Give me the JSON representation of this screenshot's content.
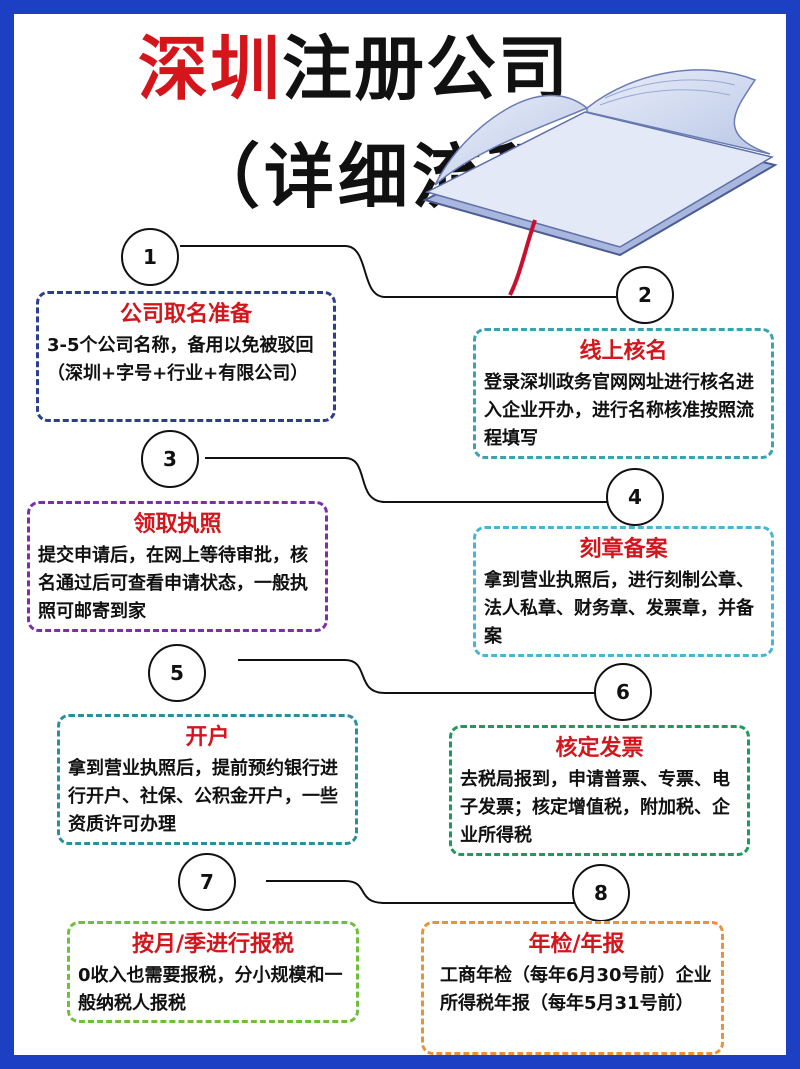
{
  "title": {
    "highlight": "深圳",
    "rest": "注册公司",
    "sub": "（详细流程）"
  },
  "steps": [
    {
      "num": "1",
      "title": "公司取名准备",
      "text": "3-5个公司名称，备用以免被驳回（深圳+字号+行业+有限公司）",
      "border": "#2b3e8f"
    },
    {
      "num": "2",
      "title": "线上核名",
      "text": "登录深圳政务官网网址进行核名进入企业开办，进行名称核准按照流程填写",
      "border": "#3aa3b0"
    },
    {
      "num": "3",
      "title": "领取执照",
      "text": "提交申请后，在网上等待审批，核名通过后可查看申请状态，一般执照可邮寄到家",
      "border": "#7b2fa8"
    },
    {
      "num": "4",
      "title": "刻章备案",
      "text": "拿到营业执照后，进行刻制公章、法人私章、财务章、发票章，并备案",
      "border": "#49b3d8"
    },
    {
      "num": "5",
      "title": "开户",
      "text": "拿到营业执照后，提前预约银行进行开户、社保、公积金开户，一些资质许可办理",
      "border": "#2a8f9c"
    },
    {
      "num": "6",
      "title": "核定发票",
      "text": "去税局报到，申请普票、专票、电子发票；核定增值税，附加税、企业所得税",
      "border": "#1f9a5a"
    },
    {
      "num": "7",
      "title": "按月/季进行报税",
      "text": "0收入也需要报税，分小规模和一般纳税人报税",
      "border": "#6fbf3a"
    },
    {
      "num": "8",
      "title": "年检/年报",
      "text": "工商年检（每年6月30号前）企业所得税年报（每年5月31号前）",
      "border": "#e8933a"
    }
  ]
}
